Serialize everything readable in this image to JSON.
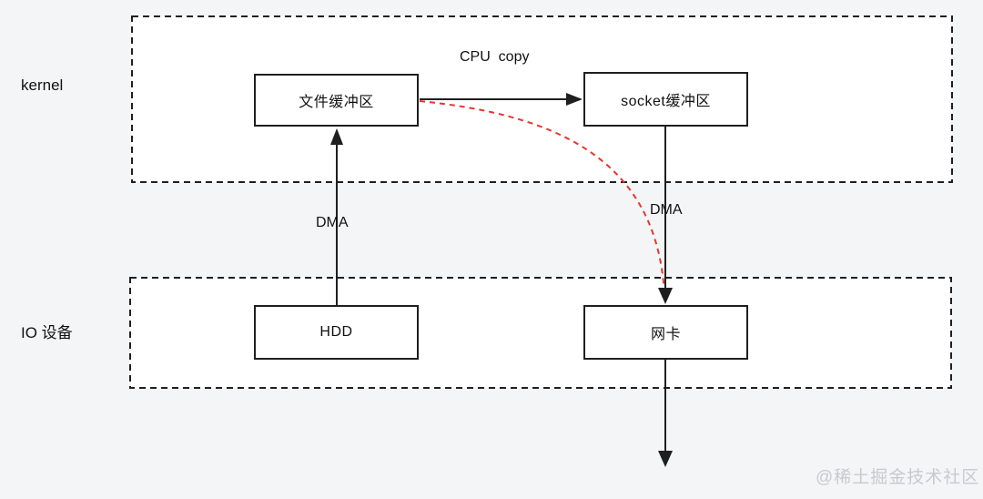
{
  "page": {
    "watermark": "@稀土掘金技术社区"
  },
  "regions": {
    "kernel": {
      "label": "kernel"
    },
    "io": {
      "label": "IO 设备"
    }
  },
  "nodes": {
    "file_buffer": {
      "label": "文件缓冲区"
    },
    "socket_buffer": {
      "label": "socket缓冲区"
    },
    "hdd": {
      "label": "HDD"
    },
    "nic": {
      "label": "网卡"
    }
  },
  "edges": {
    "cpu_copy": {
      "label": "CPU  copy"
    },
    "dma_left": {
      "label": "DMA"
    },
    "dma_right": {
      "label": "DMA"
    }
  },
  "colors": {
    "line": "#1f1f1f",
    "red_dashed": "#e8352c",
    "region_fill": "#ffffff",
    "background": "#f4f5f6",
    "watermark": "#c7cacd"
  }
}
